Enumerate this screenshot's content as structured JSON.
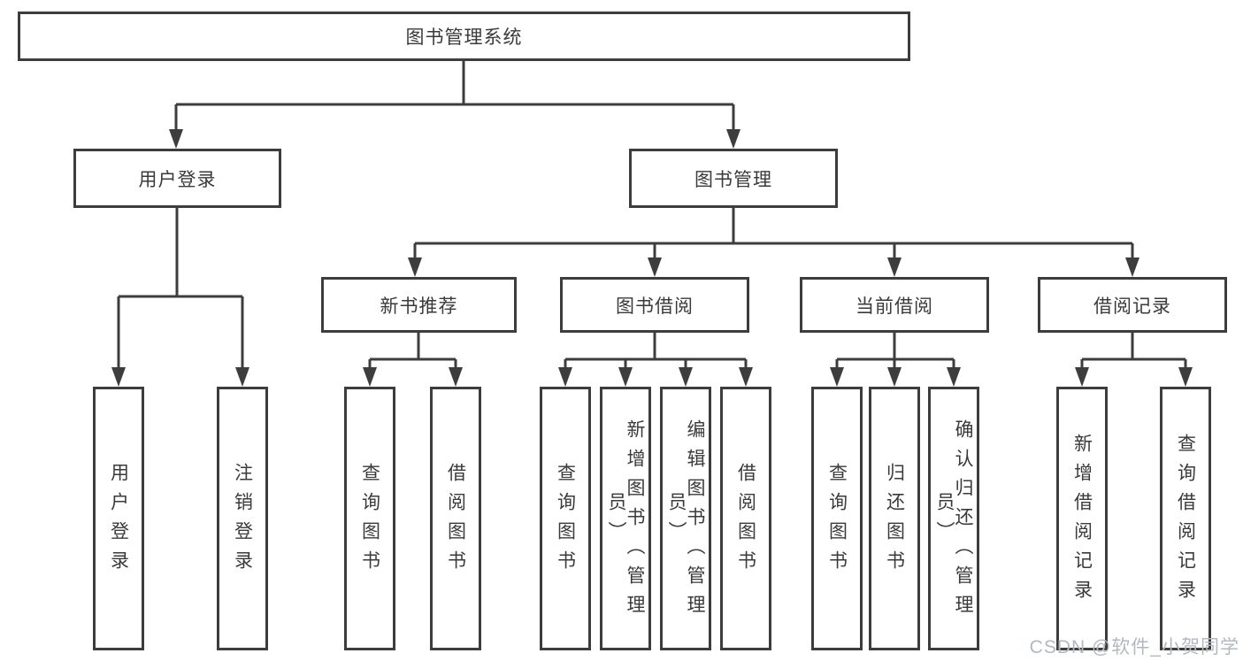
{
  "diagram": {
    "root": {
      "label": "图书管理系统"
    },
    "level1": {
      "user_login": {
        "label": "用户登录"
      },
      "book_management": {
        "label": "图书管理"
      }
    },
    "level2": {
      "new_book_recommend": {
        "label": "新书推荐"
      },
      "book_borrow": {
        "label": "图书借阅"
      },
      "current_borrow": {
        "label": "当前借阅"
      },
      "borrow_record": {
        "label": "借阅记录"
      }
    },
    "leaves": {
      "user_login": [
        "用户登录",
        "注销登录"
      ],
      "new_book_recommend": [
        "查询图书",
        "借阅图书"
      ],
      "book_borrow": [
        "查询图书",
        "新增图书（管理员）",
        "编辑图书（管理员）",
        "借阅图书"
      ],
      "current_borrow": [
        "查询图书",
        "归还图书",
        "确认归还（管理员）"
      ],
      "borrow_record": [
        "新增借阅记录",
        "查询借阅记录"
      ]
    },
    "watermark": "CSDN @软件_小贺同学",
    "colors": {
      "line": "#3d3d3d",
      "text": "#3a3a3a",
      "background": "#ffffff",
      "watermark": "#b3b8c0"
    }
  }
}
